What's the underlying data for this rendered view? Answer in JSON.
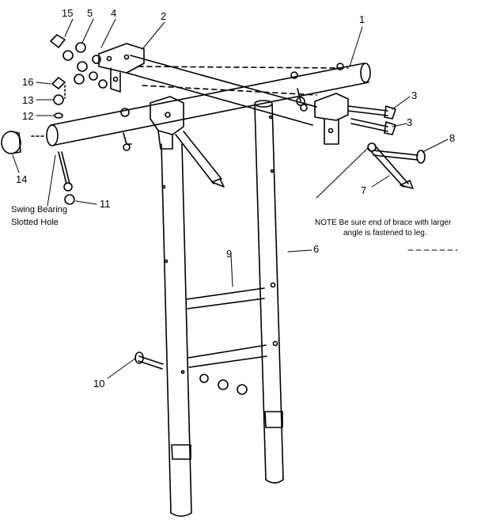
{
  "callouts": {
    "c1": "1",
    "c2": "2",
    "c3a": "3",
    "c3b": "3",
    "c4": "4",
    "c5": "5",
    "c6": "6",
    "c7": "7",
    "c8": "8",
    "c9": "9",
    "c10": "10",
    "c11": "11",
    "c12": "12",
    "c13": "13",
    "c14": "14",
    "c15": "15",
    "c16": "16"
  },
  "note": {
    "line1": "NOTE  Be sure end of brace with larger",
    "line2": "angle is fastened to leg."
  },
  "swing_bearing": {
    "line1": "Swing Bearing",
    "line2": "Slotted Hole"
  },
  "colors": {
    "ink": "#000000",
    "paper": "#ffffff"
  }
}
